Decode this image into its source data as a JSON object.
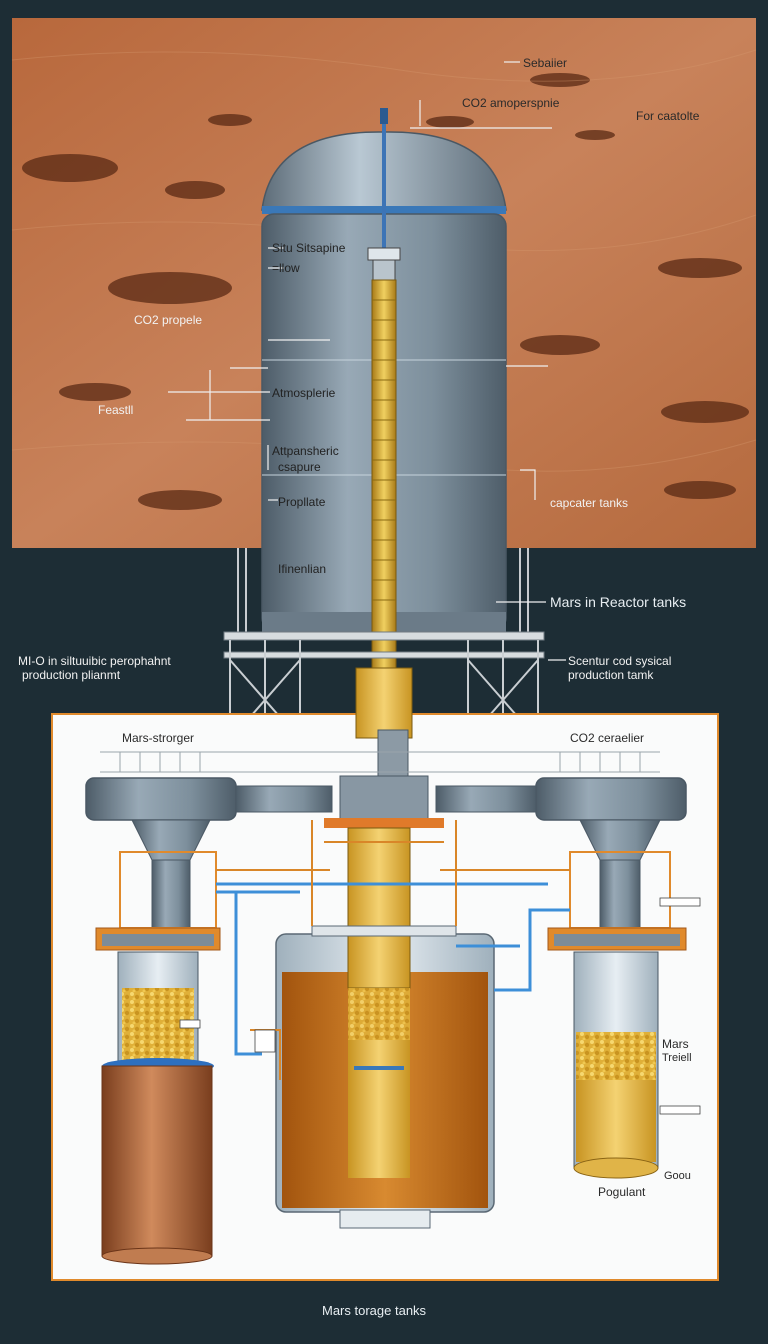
{
  "labels": {
    "top_right_1": "Sebaiier",
    "top_right_2": "For caatolte",
    "top_co2": "CO2 amoperspnie",
    "left_co2": "CO2 propele",
    "left_small": "Feastll",
    "tank_1a": "Situ Sitsapine",
    "tank_1b": "=llow",
    "tank_2": "Atmosplerie",
    "tank_3a": "Attpansheric",
    "tank_3b": "csapure",
    "tank_4": "Propllate",
    "tank_5": "Ifinenlian",
    "right_capacitor": "capcater tanks",
    "reactor": "Mars in Reactor tanks",
    "left_plant_1": "MI-O in siltuuibic perophahnt",
    "left_plant_2": "production plianmt",
    "right_plant_1": "Scentur cod sysical",
    "right_plant_2": "production tamk",
    "panel_left": "Mars-strorger",
    "panel_right": "CO2 ceraelier",
    "mars_a": "Mars",
    "mars_b": "Treiell",
    "goou": "Goou",
    "pogulant": "Pogulant",
    "bottom_caption": "Mars torage tanks"
  },
  "colors": {
    "background": "#1d2d35",
    "mars_surface": "#c07848",
    "tank_steel": "#8597a5",
    "fluid_gold": "#d8a838",
    "fluid_orange": "#c8701c",
    "copper": "#b0663c",
    "pipe_blue": "#3d8fd8",
    "frame_orange": "#e08a2c"
  }
}
